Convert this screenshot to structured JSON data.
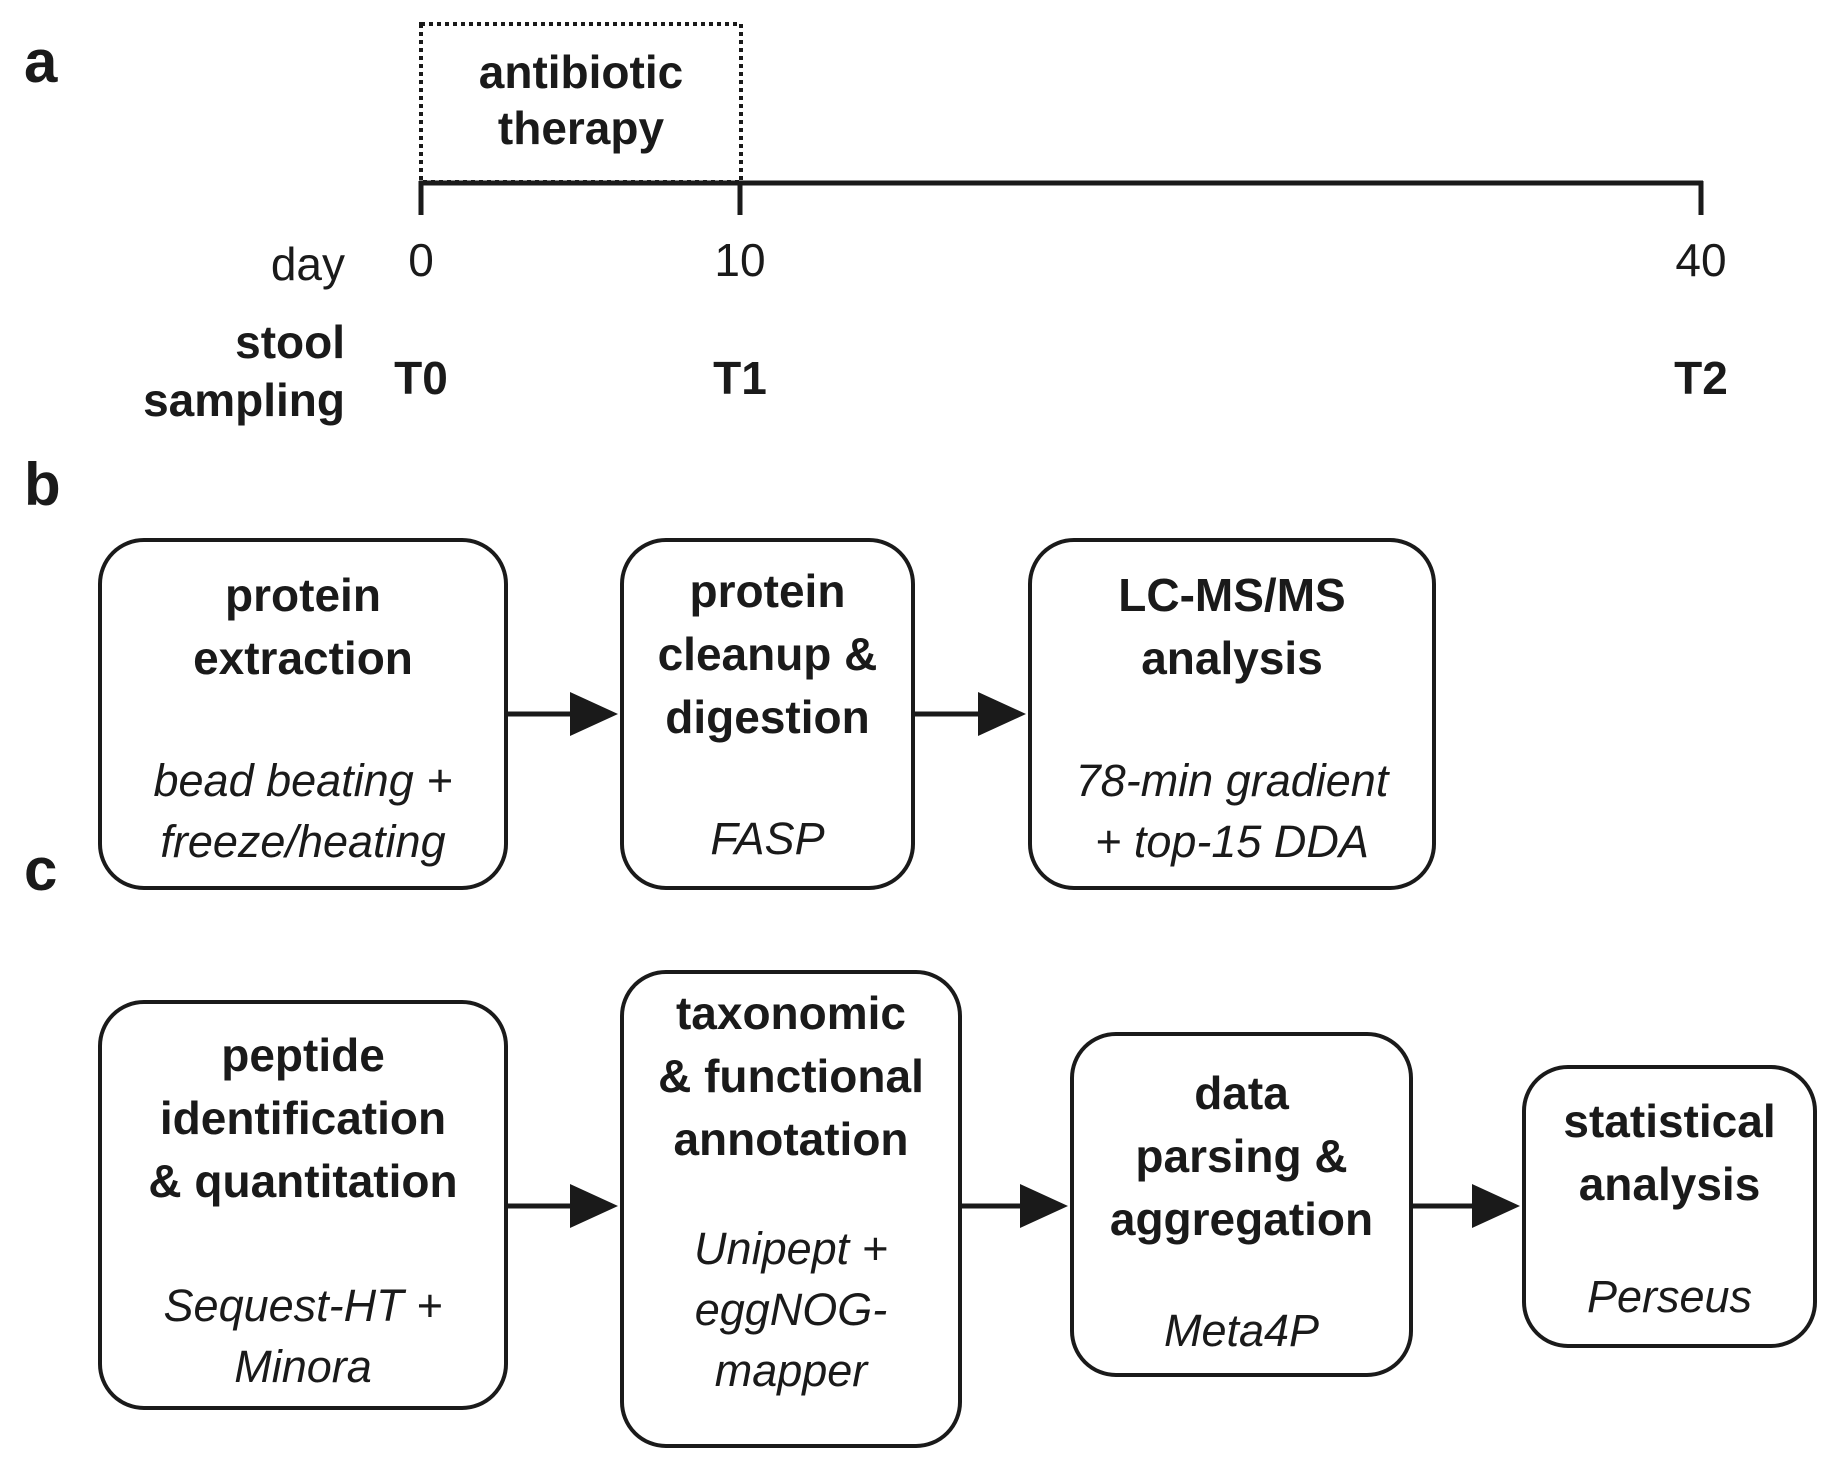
{
  "panel_a": {
    "letter": "a",
    "therapy_label": "antibiotic\ntherapy",
    "day_label": "day",
    "sampling_label": "stool\nsampling",
    "ticks": [
      {
        "day": "0",
        "sample": "T0"
      },
      {
        "day": "10",
        "sample": "T1"
      },
      {
        "day": "40",
        "sample": "T2"
      }
    ]
  },
  "panel_b": {
    "letter": "b",
    "steps": [
      {
        "title": "protein\nextraction",
        "method": "bead beating +\nfreeze/heating"
      },
      {
        "title": "protein\ncleanup &\ndigestion",
        "method": "FASP"
      },
      {
        "title": "LC-MS/MS\nanalysis",
        "method": "78-min gradient\n+ top-15 DDA"
      }
    ]
  },
  "panel_c": {
    "letter": "c",
    "steps": [
      {
        "title": "peptide\nidentification\n& quantitation",
        "method": "Sequest-HT +\nMinora"
      },
      {
        "title": "taxonomic\n& functional\nannotation",
        "method": "Unipept +\neggNOG-\nmapper"
      },
      {
        "title": "data\nparsing &\naggregation",
        "method": "Meta4P"
      },
      {
        "title": "statistical\nanalysis",
        "method": "Perseus"
      }
    ]
  }
}
